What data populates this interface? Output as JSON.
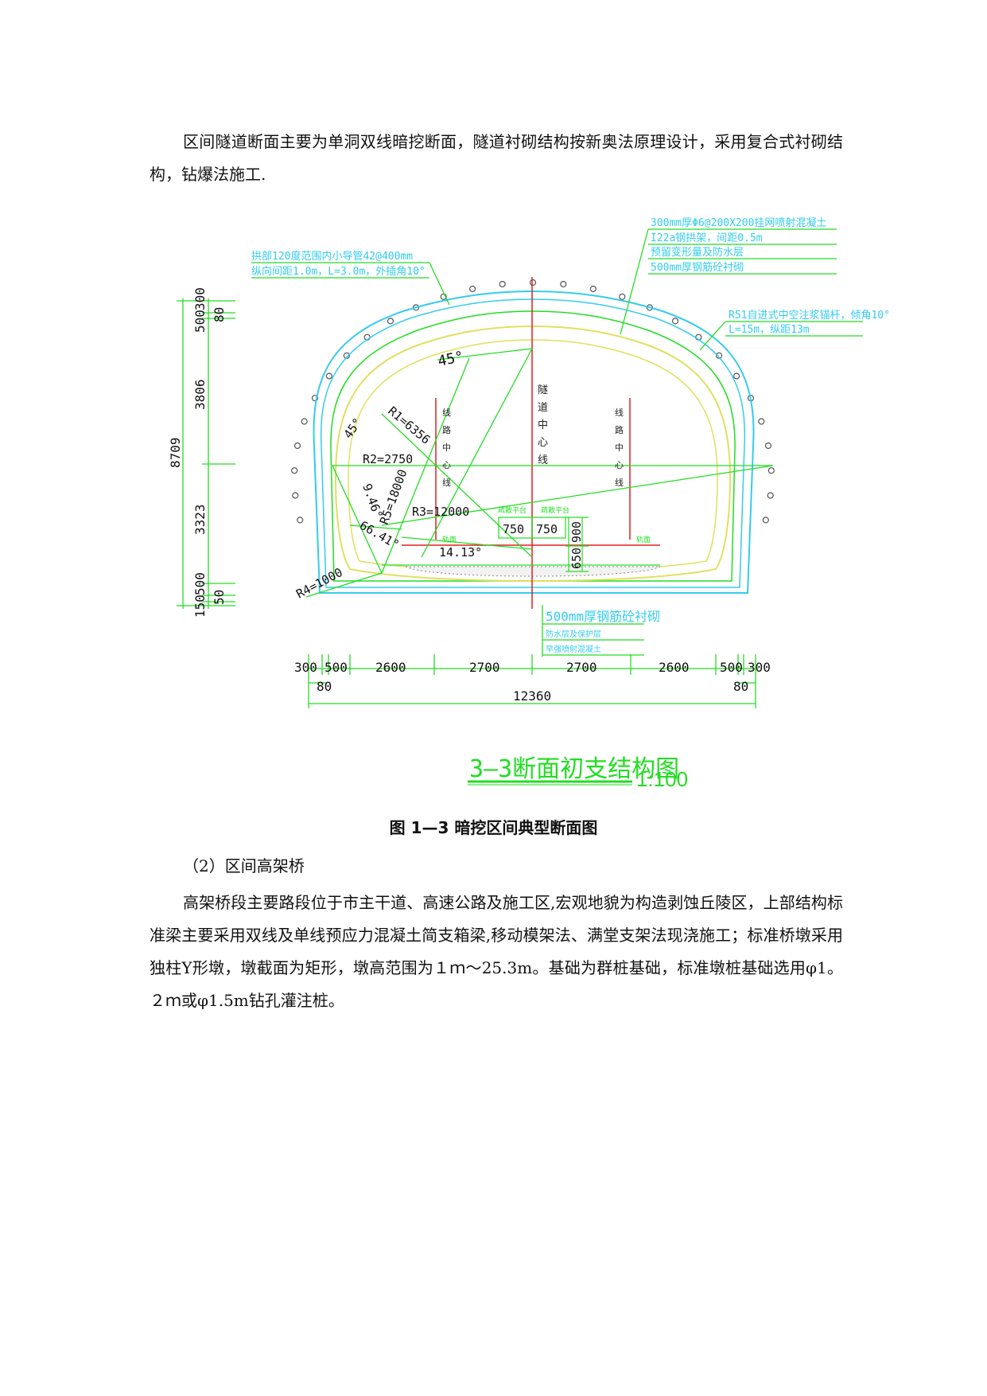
{
  "paragraph1": "区间隧道断面主要为单洞双线暗挖断面，隧道衬砌结构按新奥法原理设计，采用复合式衬砌结构，钻爆法施工.",
  "figure": {
    "callouts": {
      "top_left_1": "拱部120度范围内小导管42@400mm",
      "top_left_2": "纵向间距1.0m，L=3.0m，外插角10°",
      "top_right_1": "300mm厚Φ6@200X200挂网喷射混凝土",
      "top_right_2": "I22a钢拱架，间距0.5m",
      "top_right_3": "预留变形量及防水层",
      "top_right_4": "500mm厚钢筋砼衬砌",
      "right_1": "R51自进式中空注浆锚杆，倾角10°",
      "right_2": "L=15m，纵距13m",
      "bottom_1": "500mm厚钢筋砼衬砌",
      "bottom_2": "防水层及保护层",
      "bottom_3": "早强喷射混凝土"
    },
    "labels": {
      "tunnel_center": [
        "隧",
        "道",
        "中",
        "心",
        "线"
      ],
      "line_center": [
        "线",
        "路",
        "中",
        "心",
        "线"
      ],
      "angle_top": "45°",
      "angle_side": "45°",
      "r1": "R1=6356",
      "r2": "R2=2750",
      "r3": "R3=12000",
      "r4": "R4=1000",
      "r5": "R5=18000",
      "a1": "9.46°",
      "a2": "66.41°",
      "a3": "14.13°",
      "platform": "疏散平台",
      "rail": "轨面",
      "d750a": "750",
      "d750b": "750",
      "d900": "900",
      "d650": "650"
    },
    "left_dims": {
      "total": "8709",
      "d500": "500",
      "d300": "300",
      "d80": "80",
      "d3806": "3806",
      "d3323": "3323",
      "d150": "150",
      "d500b": "500",
      "d50": "50"
    },
    "bottom_dims": {
      "d300a": "300",
      "d500a": "500",
      "d2600a": "2600",
      "d2700a": "2700",
      "d2700b": "2700",
      "d2600b": "2600",
      "d500b": "500",
      "d300b": "300",
      "d80a": "80",
      "d80b": "80",
      "total": "12360"
    },
    "title": "3—3断面初支结构图",
    "scale": "1:100"
  },
  "caption": "图 1—3 暗挖区间典型断面图",
  "subheading": "（2）区间高架桥",
  "paragraph2": "高架桥段主要路段位于市主干道、高速公路及施工区,宏观地貌为构造剥蚀丘陵区，上部结构标准梁主要采用双线及单线预应力混凝土简支箱梁,移动模架法、满堂支架法现浇施工；标准桥墩采用独柱Y形墩，墩截面为矩形，墩高范围为１ｍ～25.3m。基础为群桩基础，标准墩桩基础选用φ1。２ｍ或φ1.5m钻孔灌注桩。",
  "colors": {
    "green": "#22dd22",
    "cyan": "#33ccee",
    "yellow": "#e8e860",
    "red": "#e02020",
    "magenta": "#cc22cc"
  }
}
